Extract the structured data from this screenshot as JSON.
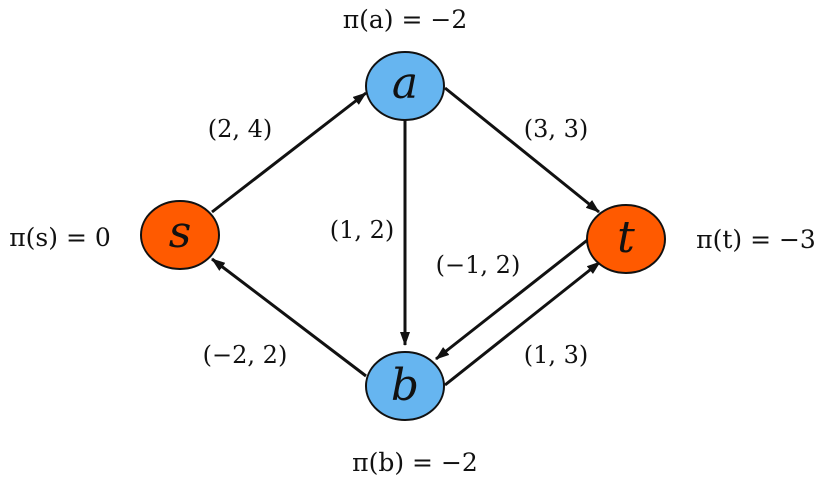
{
  "colors": {
    "source_sink": "#FF5A00",
    "intermediate": "#66B5F0",
    "stroke": "#111111",
    "background": "#FFFFFF"
  },
  "nodes": {
    "a": {
      "label": "a",
      "potential": "π(a) = −2",
      "role": "intermediate"
    },
    "s": {
      "label": "s",
      "potential": "π(s) = 0",
      "role": "source_sink"
    },
    "t": {
      "label": "t",
      "potential": "π(t) = −3",
      "role": "source_sink"
    },
    "b": {
      "label": "b",
      "potential": "π(b) = −2",
      "role": "intermediate"
    }
  },
  "edges": [
    {
      "id": "s-a",
      "from": "s",
      "to": "a",
      "label": "(2, 4)"
    },
    {
      "id": "a-t",
      "from": "a",
      "to": "t",
      "label": "(3, 3)"
    },
    {
      "id": "a-b",
      "from": "a",
      "to": "b",
      "label": "(1, 2)"
    },
    {
      "id": "t-b",
      "from": "t",
      "to": "b",
      "label": "(−1, 2)"
    },
    {
      "id": "b-t",
      "from": "b",
      "to": "t",
      "label": "(1, 3)"
    },
    {
      "id": "b-s",
      "from": "b",
      "to": "s",
      "label": "(−2, 2)"
    }
  ]
}
